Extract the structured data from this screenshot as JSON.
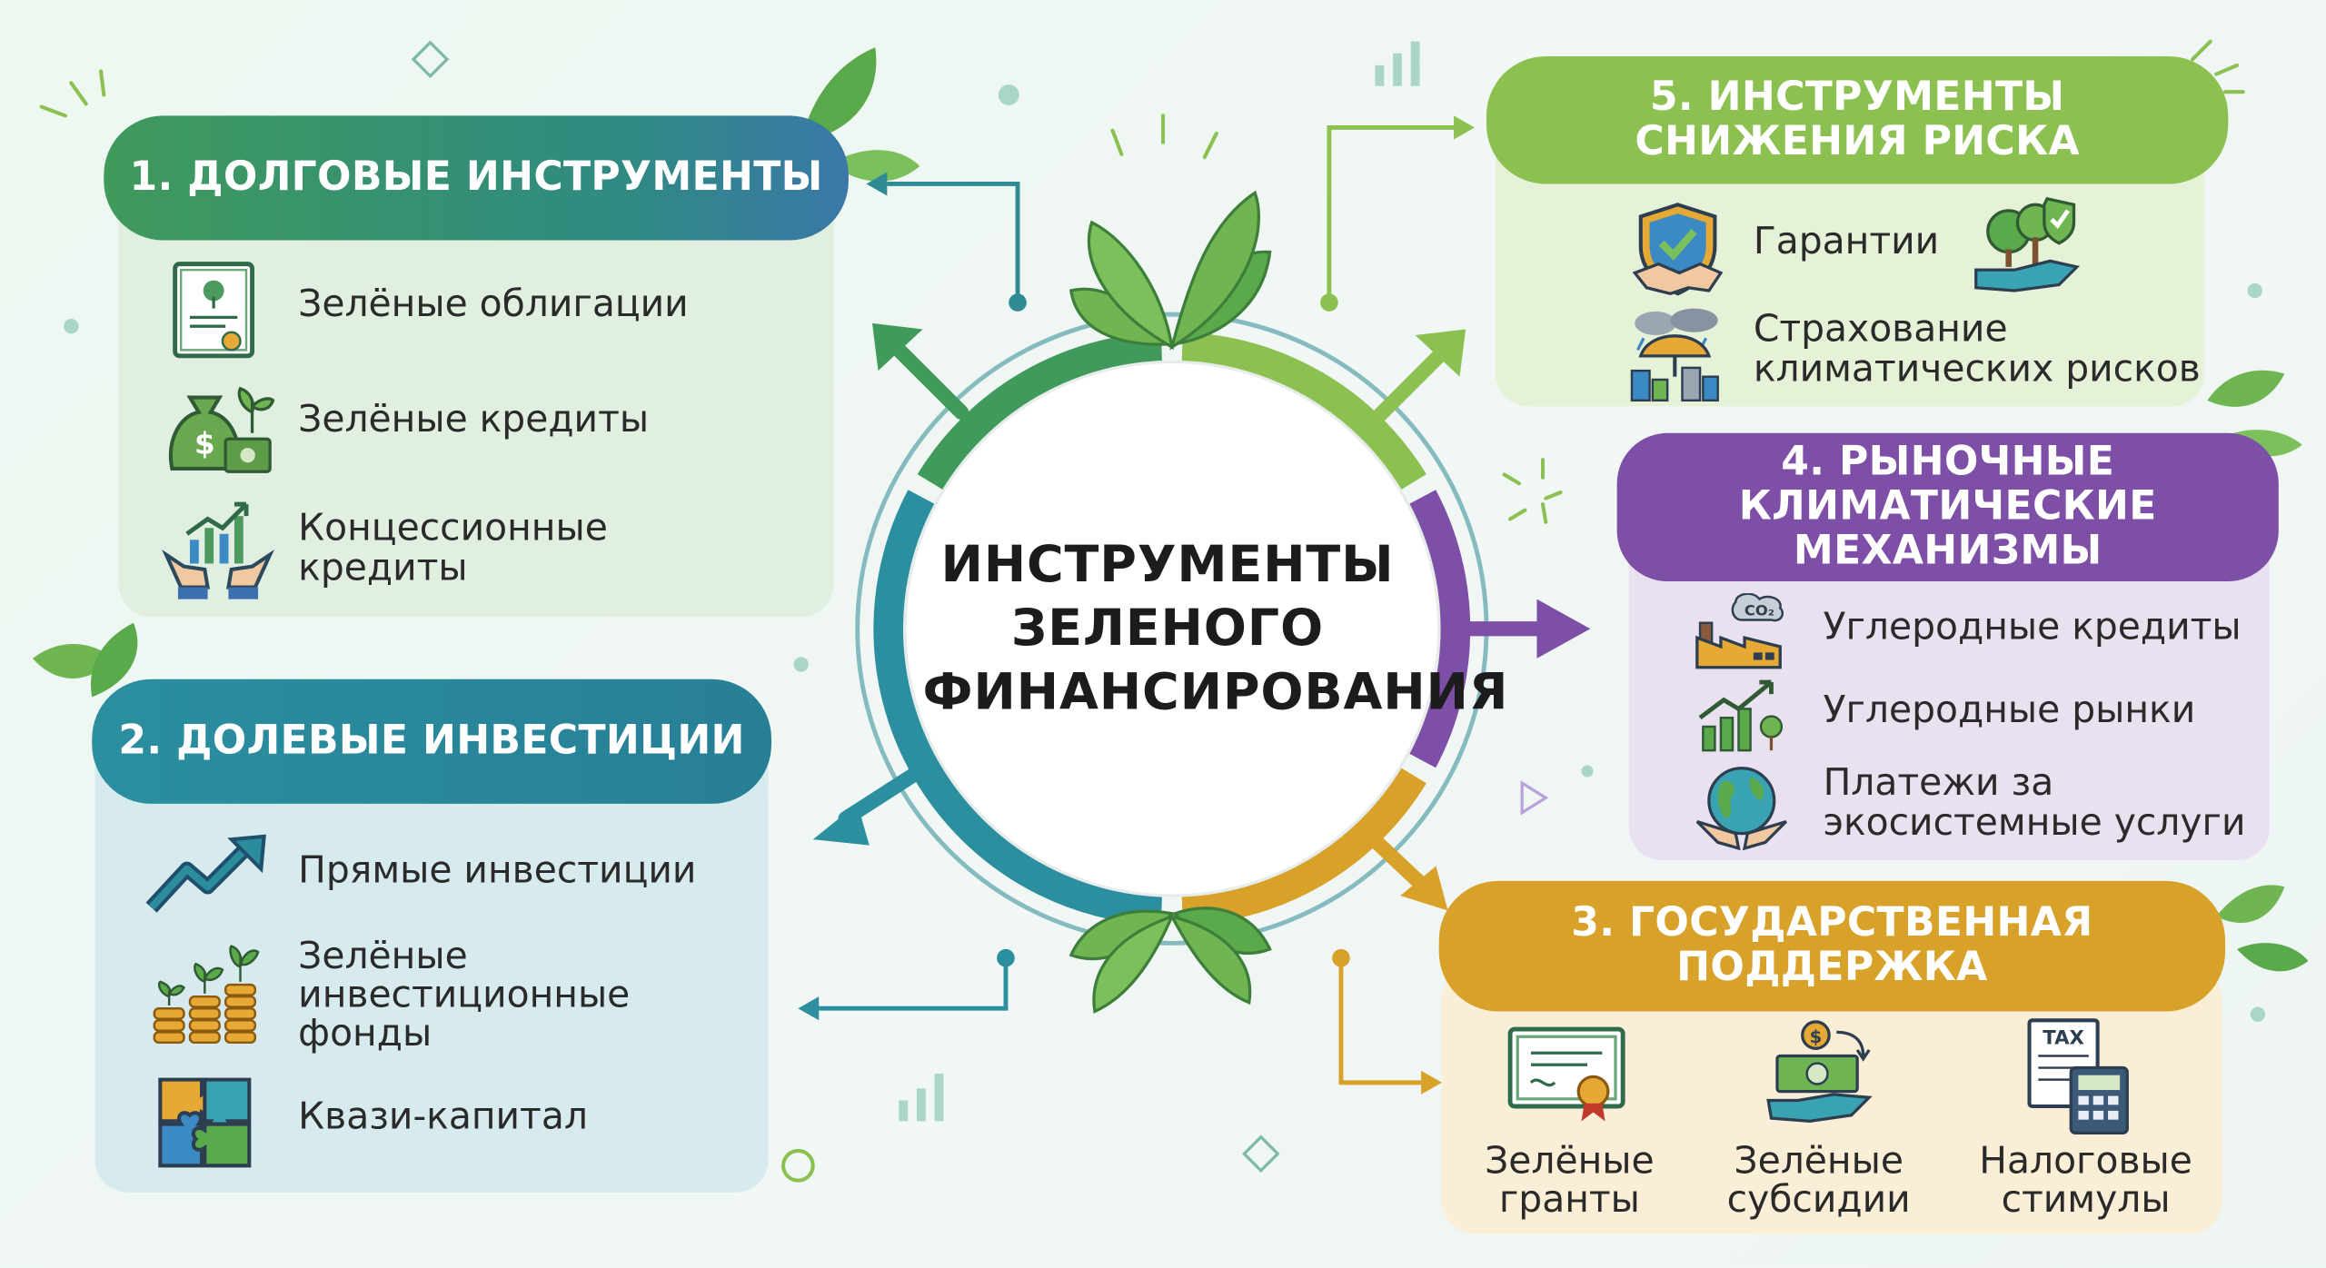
{
  "center": {
    "line1": "ИНСТРУМЕНТЫ",
    "line2": "ЗЕЛЕНОГО",
    "line3": "ФИНАНСИРОВАНИЯ"
  },
  "sections": {
    "debt": {
      "title": "1. ДОЛГОВЫЕ ИНСТРУМЕНТЫ",
      "color": "#3f9a5b",
      "items": [
        {
          "label": "Зелёные облигации",
          "icon": "certificate-icon"
        },
        {
          "label": "Зелёные кредиты",
          "icon": "money-bag-plant-icon"
        },
        {
          "label_line1": "Концессионные",
          "label_line2": "кредиты",
          "icon": "hands-chart-icon"
        }
      ]
    },
    "equity": {
      "title": "2. ДОЛЕВЫЕ ИНВЕСТИЦИИ",
      "color": "#2b8fa0",
      "items": [
        {
          "label": "Прямые инвестиции",
          "icon": "trend-arrow-icon"
        },
        {
          "label_line1": "Зелёные",
          "label_line2": "инвестиционные",
          "label_line3": "фонды",
          "icon": "coin-stacks-plant-icon"
        },
        {
          "label": "Квази-капитал",
          "icon": "puzzle-icon"
        }
      ]
    },
    "state": {
      "title_line1": "3. ГОСУДАРСТВЕННАЯ",
      "title_line2": "ПОДДЕРЖКА",
      "color": "#d8a12a",
      "items": [
        {
          "label_line1": "Зелёные",
          "label_line2": "гранты",
          "icon": "grant-certificate-icon"
        },
        {
          "label_line1": "Зелёные",
          "label_line2": "субсидии",
          "icon": "subsidy-hand-icon"
        },
        {
          "label_line1": "Налоговые",
          "label_line2": "стимулы",
          "icon": "tax-calculator-icon",
          "icon_text": "TAX"
        }
      ]
    },
    "market": {
      "title_line1": "4. РЫНОЧНЫЕ",
      "title_line2": "КЛИМАТИЧЕСКИЕ",
      "title_line3": "МЕХАНИЗМЫ",
      "color": "#7e4fa6",
      "items": [
        {
          "label": "Углеродные кредиты",
          "icon": "factory-co2-icon",
          "icon_text": "CO₂"
        },
        {
          "label": "Углеродные рынки",
          "icon": "growth-chart-icon"
        },
        {
          "label_line1": "Платежи за",
          "label_line2": "экосистемные услуги",
          "icon": "globe-hands-icon"
        }
      ]
    },
    "risk": {
      "title_line1": "5. ИНСТРУМЕНТЫ",
      "title_line2": "СНИЖЕНИЯ РИСКА",
      "color": "#8cc152",
      "items": [
        {
          "label": "Гарантии",
          "icon": "shield-handshake-icon"
        },
        {
          "label_line1": "Страхование",
          "label_line2": "климатических рисков",
          "icon": "umbrella-city-icon"
        }
      ]
    }
  }
}
